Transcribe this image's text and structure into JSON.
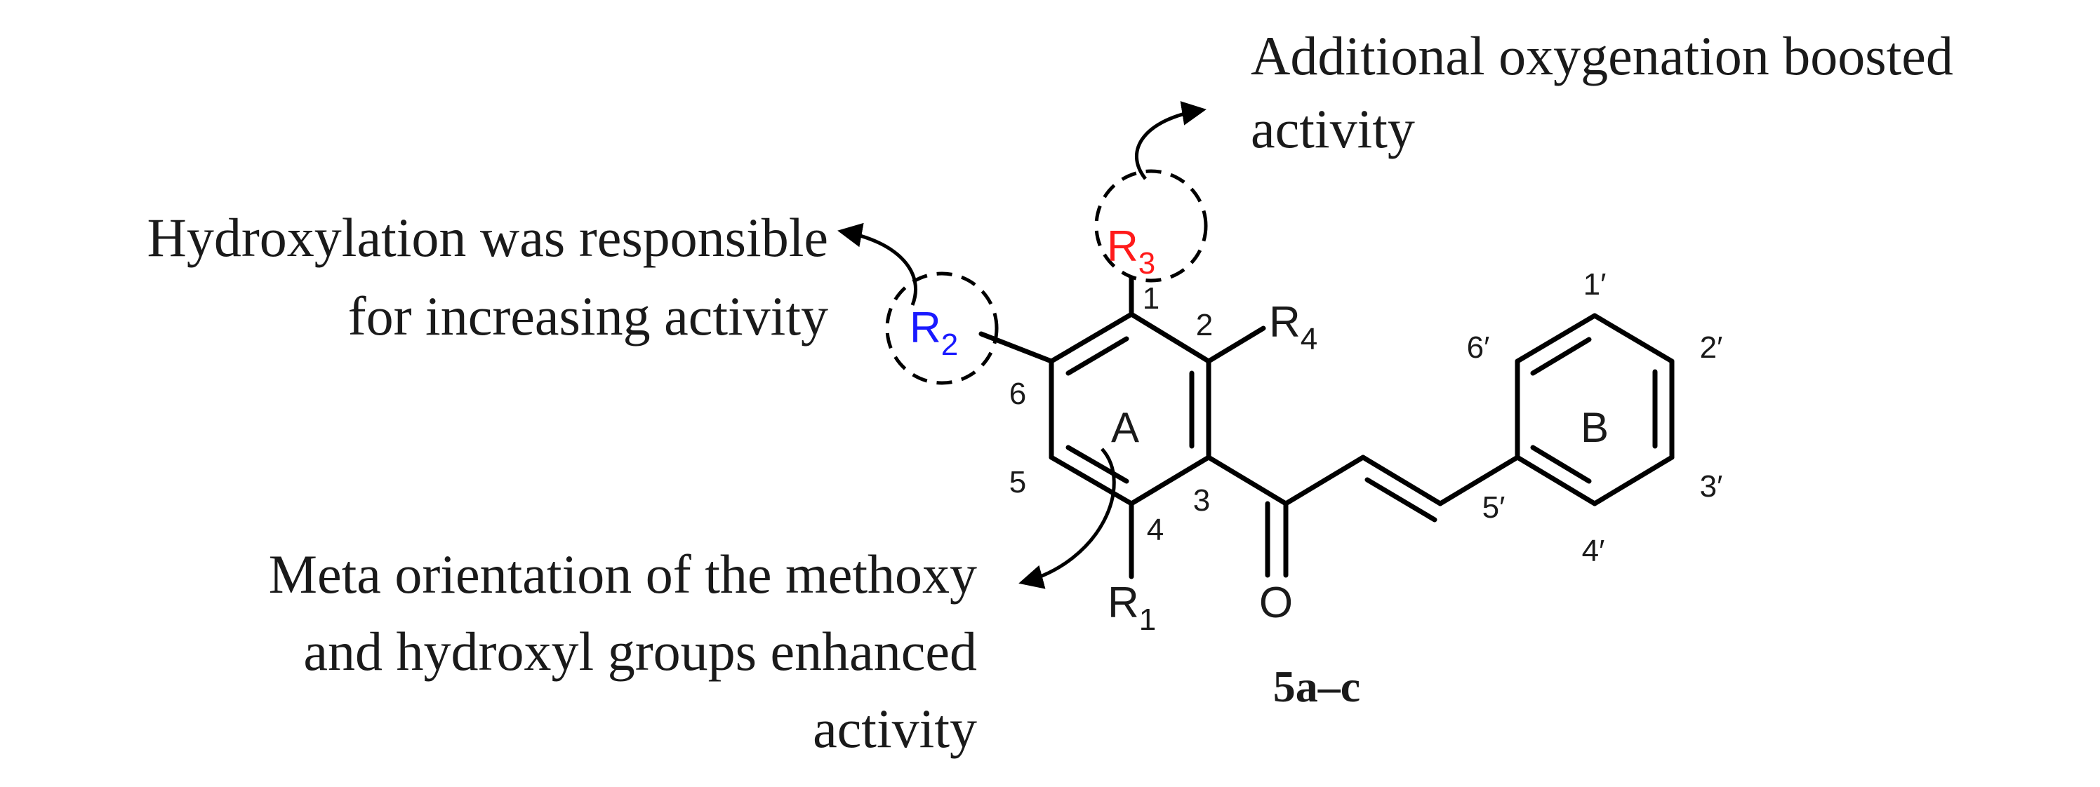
{
  "annotations": {
    "top_right": [
      "Additional oxygenation boosted",
      "activity"
    ],
    "left": [
      "Hydroxylation was responsible",
      "for increasing activity"
    ],
    "bottom_left": [
      "Meta orientation of the methoxy",
      "and hydroxyl groups enhanced",
      "activity"
    ]
  },
  "substituents": {
    "r1": {
      "letter": "R",
      "index": "1",
      "color": "#1a1a1a"
    },
    "r2": {
      "letter": "R",
      "index": "2",
      "color": "#1a1aff"
    },
    "r3": {
      "letter": "R",
      "index": "3",
      "color": "#ff1a1a"
    },
    "r4": {
      "letter": "R",
      "index": "4",
      "color": "#1a1a1a"
    }
  },
  "oxygen_label": "O",
  "ring_labels": {
    "a": {
      "text": "A",
      "color": "#ff33ff"
    },
    "b": {
      "text": "B",
      "color": "#1a1a1a"
    }
  },
  "ring_a_numbers": [
    "1",
    "2",
    "3",
    "4",
    "5",
    "6"
  ],
  "ring_b_numbers": [
    "1′",
    "2′",
    "3′",
    "4′",
    "5′",
    "6′"
  ],
  "compound_label": "5a–c"
}
